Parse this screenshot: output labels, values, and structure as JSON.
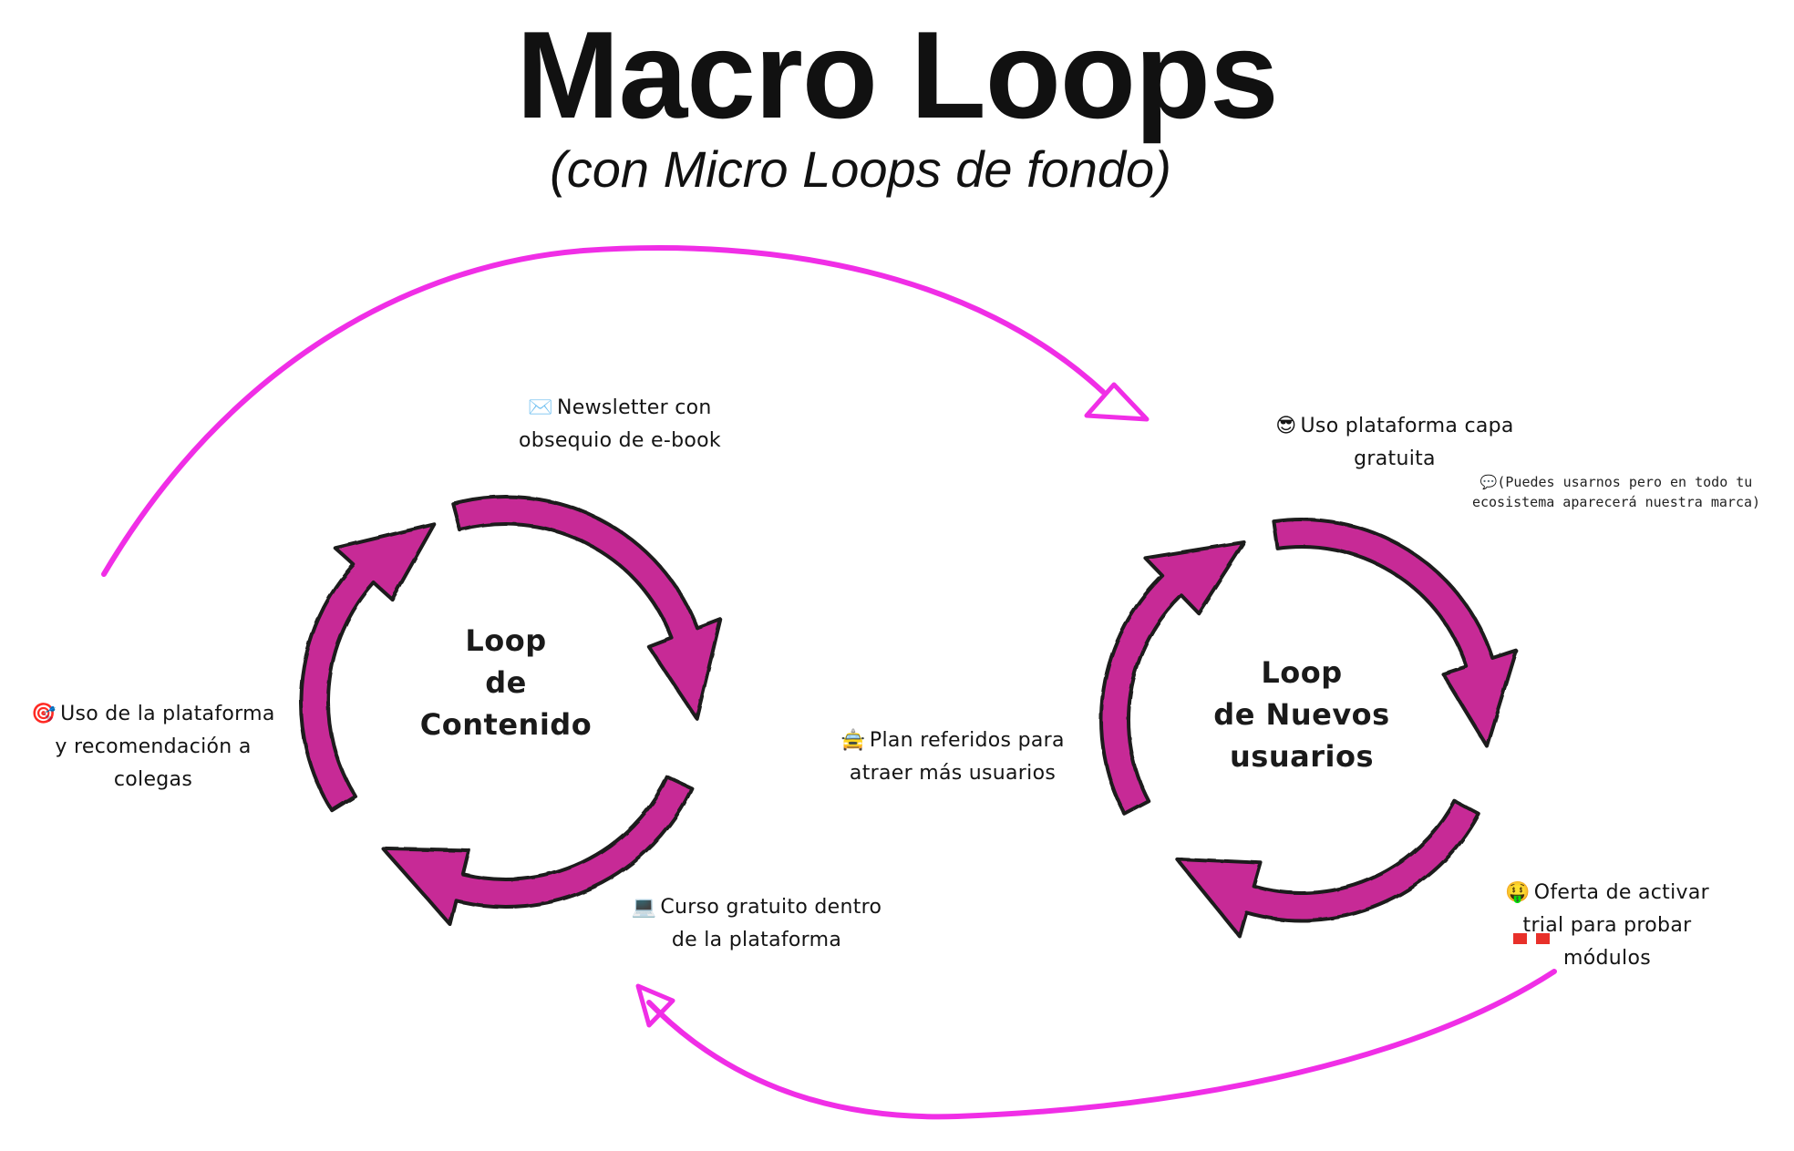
{
  "title": "Macro Loops",
  "subtitle": "(con Micro Loops de fondo)",
  "colors": {
    "loop_arrow_fill": "#c72a96",
    "loop_arrow_stroke": "#1a1a1a",
    "macro_arrow": "#f02ee6"
  },
  "loops": {
    "content": {
      "label_1": "Loop",
      "label_2": "de",
      "label_3": "Contenido"
    },
    "users": {
      "label_1": "Loop",
      "label_2": "de Nuevos",
      "label_3": "usuarios"
    }
  },
  "notes": {
    "newsletter": {
      "icon": "✉️",
      "line1": "Newsletter con",
      "line2": "obsequio de e-book"
    },
    "uso_recomendacion": {
      "icon": "🎯",
      "line1": "Uso de la plataforma",
      "line2": "y recomendación a",
      "line3": "colegas"
    },
    "curso": {
      "icon": "💻",
      "line1": "Curso gratuito dentro",
      "line2": "de la plataforma"
    },
    "uso_gratuita": {
      "icon": "😎",
      "line1": "Uso plataforma capa",
      "line2": "gratuita"
    },
    "marca": {
      "icon": "💬",
      "line1": "(Puedes usarnos pero en todo tu",
      "line2": "ecosistema aparecerá nuestra marca)"
    },
    "referidos": {
      "icon": "🚖",
      "line1": "Plan referidos para",
      "line2": "atraer más usuarios"
    },
    "oferta": {
      "icon": "🤑",
      "line1": "Oferta de activar",
      "line2": "trial para probar",
      "line3": "módulos"
    }
  }
}
